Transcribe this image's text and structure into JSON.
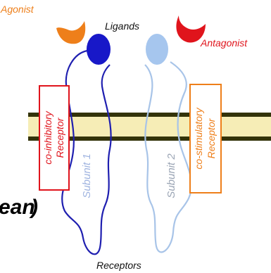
{
  "labels": {
    "agonist": "Agonist",
    "antagonist": "Antagonist",
    "ligands": "Ligands",
    "receptors": "Receptors",
    "subunit1": "Subunit 1",
    "subunit2": "Subunit 2",
    "coinhibitory_line1": "co-inhibitory",
    "coinhibitory_line2": "Receptor",
    "costimulatory_line1": "co-stimulatory",
    "costimulatory_line2": "Receptor",
    "cropped_text": "ean",
    "cropped_paren": ")"
  },
  "colors": {
    "agonist": "#ee7f1a",
    "antagonist": "#e0141c",
    "subunit1": "#1f1fb0",
    "subunit1_head": "#1818c8",
    "subunit2": "#a8c4e8",
    "subunit2_head": "#a6c6ee",
    "membrane_fill": "#f6edb6",
    "membrane_line": "#33330a",
    "coinhibitory": "#e0141c",
    "costimulatory": "#ee7f1a",
    "subunit1_text": "#a0b4e0",
    "subunit2_text": "#9aa4b4"
  }
}
